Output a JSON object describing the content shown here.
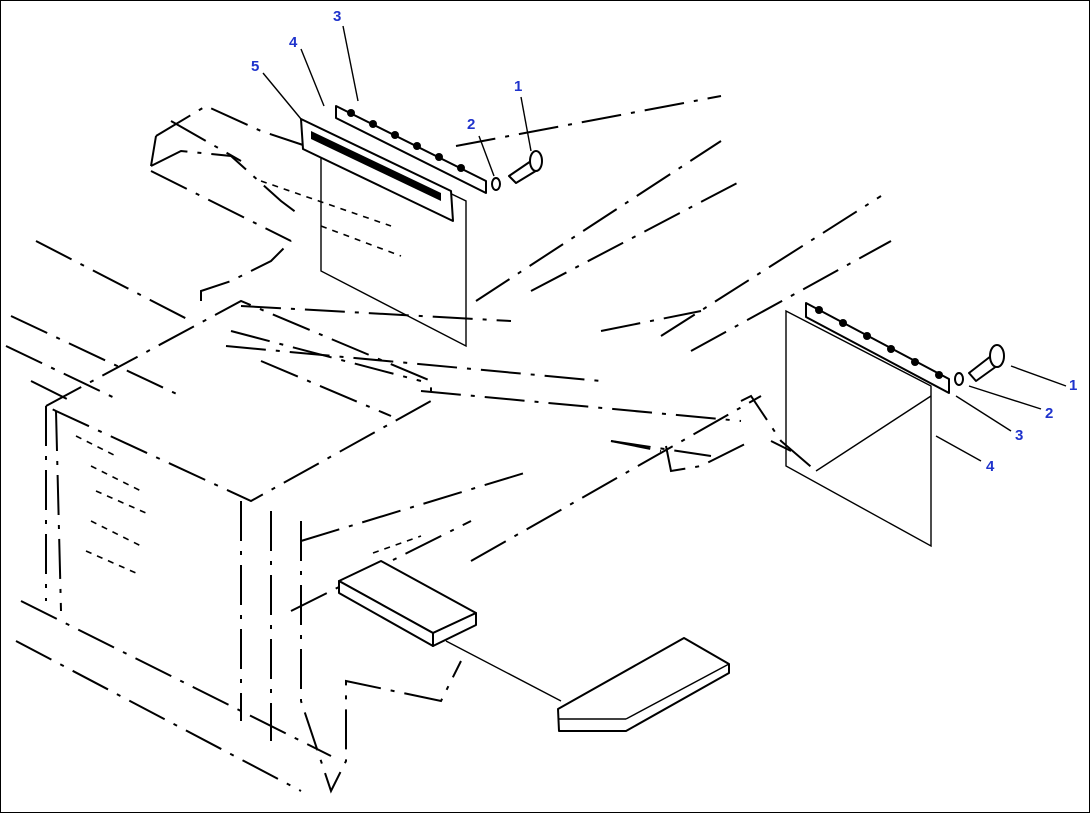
{
  "callouts": {
    "top": [
      "1",
      "2",
      "3",
      "4",
      "5"
    ],
    "right": [
      "1",
      "2",
      "3",
      "4"
    ]
  },
  "colors": {
    "callout_text": "#1f33cc",
    "line_art": "#000000",
    "background": "#ffffff"
  }
}
